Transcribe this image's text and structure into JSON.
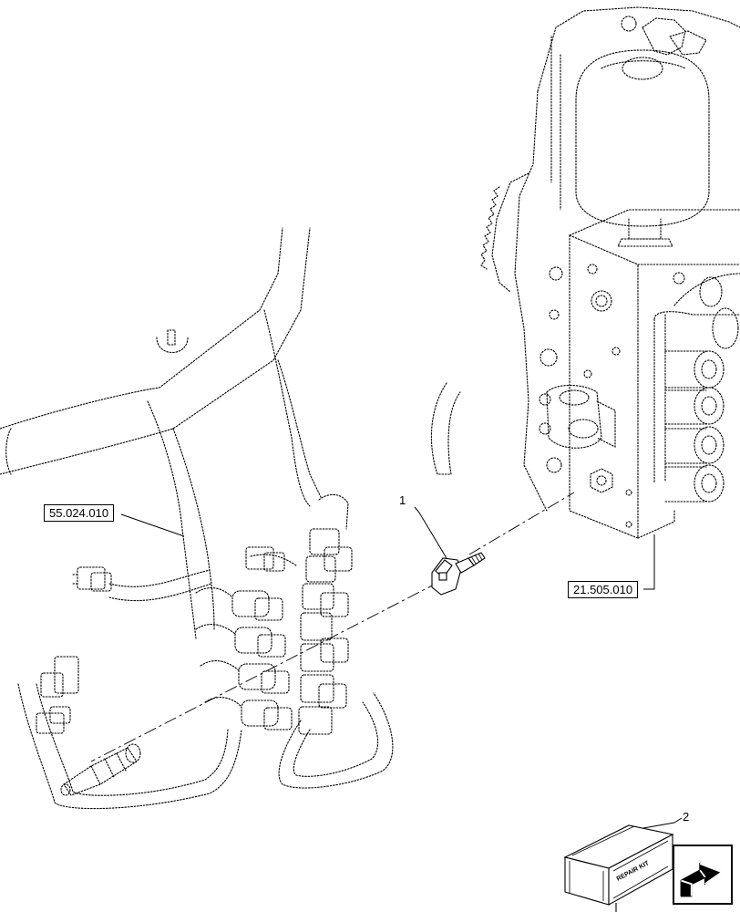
{
  "references": {
    "harness": "55.024.010",
    "valve_block": "21.505.010"
  },
  "callouts": {
    "item_1": "1",
    "item_2": "2"
  },
  "kit_label": "REPAIR KIT",
  "icons": {
    "nav": "arrow-navigation-icon"
  },
  "colors": {
    "line": "#000000",
    "background": "#ffffff"
  }
}
